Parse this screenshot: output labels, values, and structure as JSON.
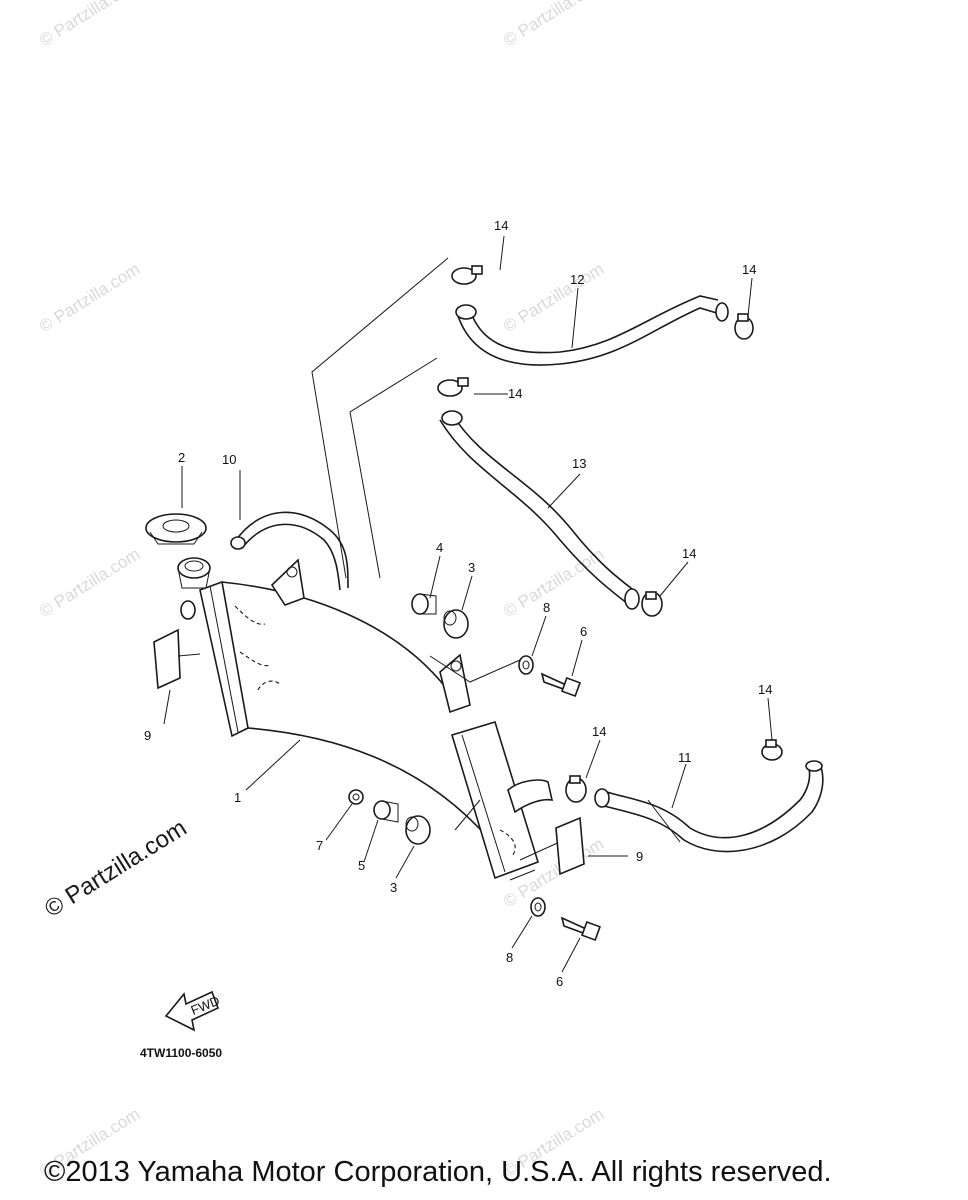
{
  "watermarks": {
    "light": "© Partzilla.com",
    "strong": "© Partzilla.com"
  },
  "diagram_code": "4TW1100-6050",
  "fwd_label": "FWD",
  "copyright": "©2013 Yamaha Motor Corporation, U.S.A. All rights reserved.",
  "part_labels": {
    "p1": "1",
    "p2": "2",
    "p3a": "3",
    "p3b": "3",
    "p4": "4",
    "p5": "5",
    "p6a": "6",
    "p6b": "6",
    "p7": "7",
    "p8a": "8",
    "p8b": "8",
    "p9a": "9",
    "p9b": "9",
    "p10": "10",
    "p11": "11",
    "p12": "12",
    "p13": "13",
    "p14a": "14",
    "p14b": "14",
    "p14c": "14",
    "p14d": "14",
    "p14e": "14",
    "p14f": "14"
  }
}
